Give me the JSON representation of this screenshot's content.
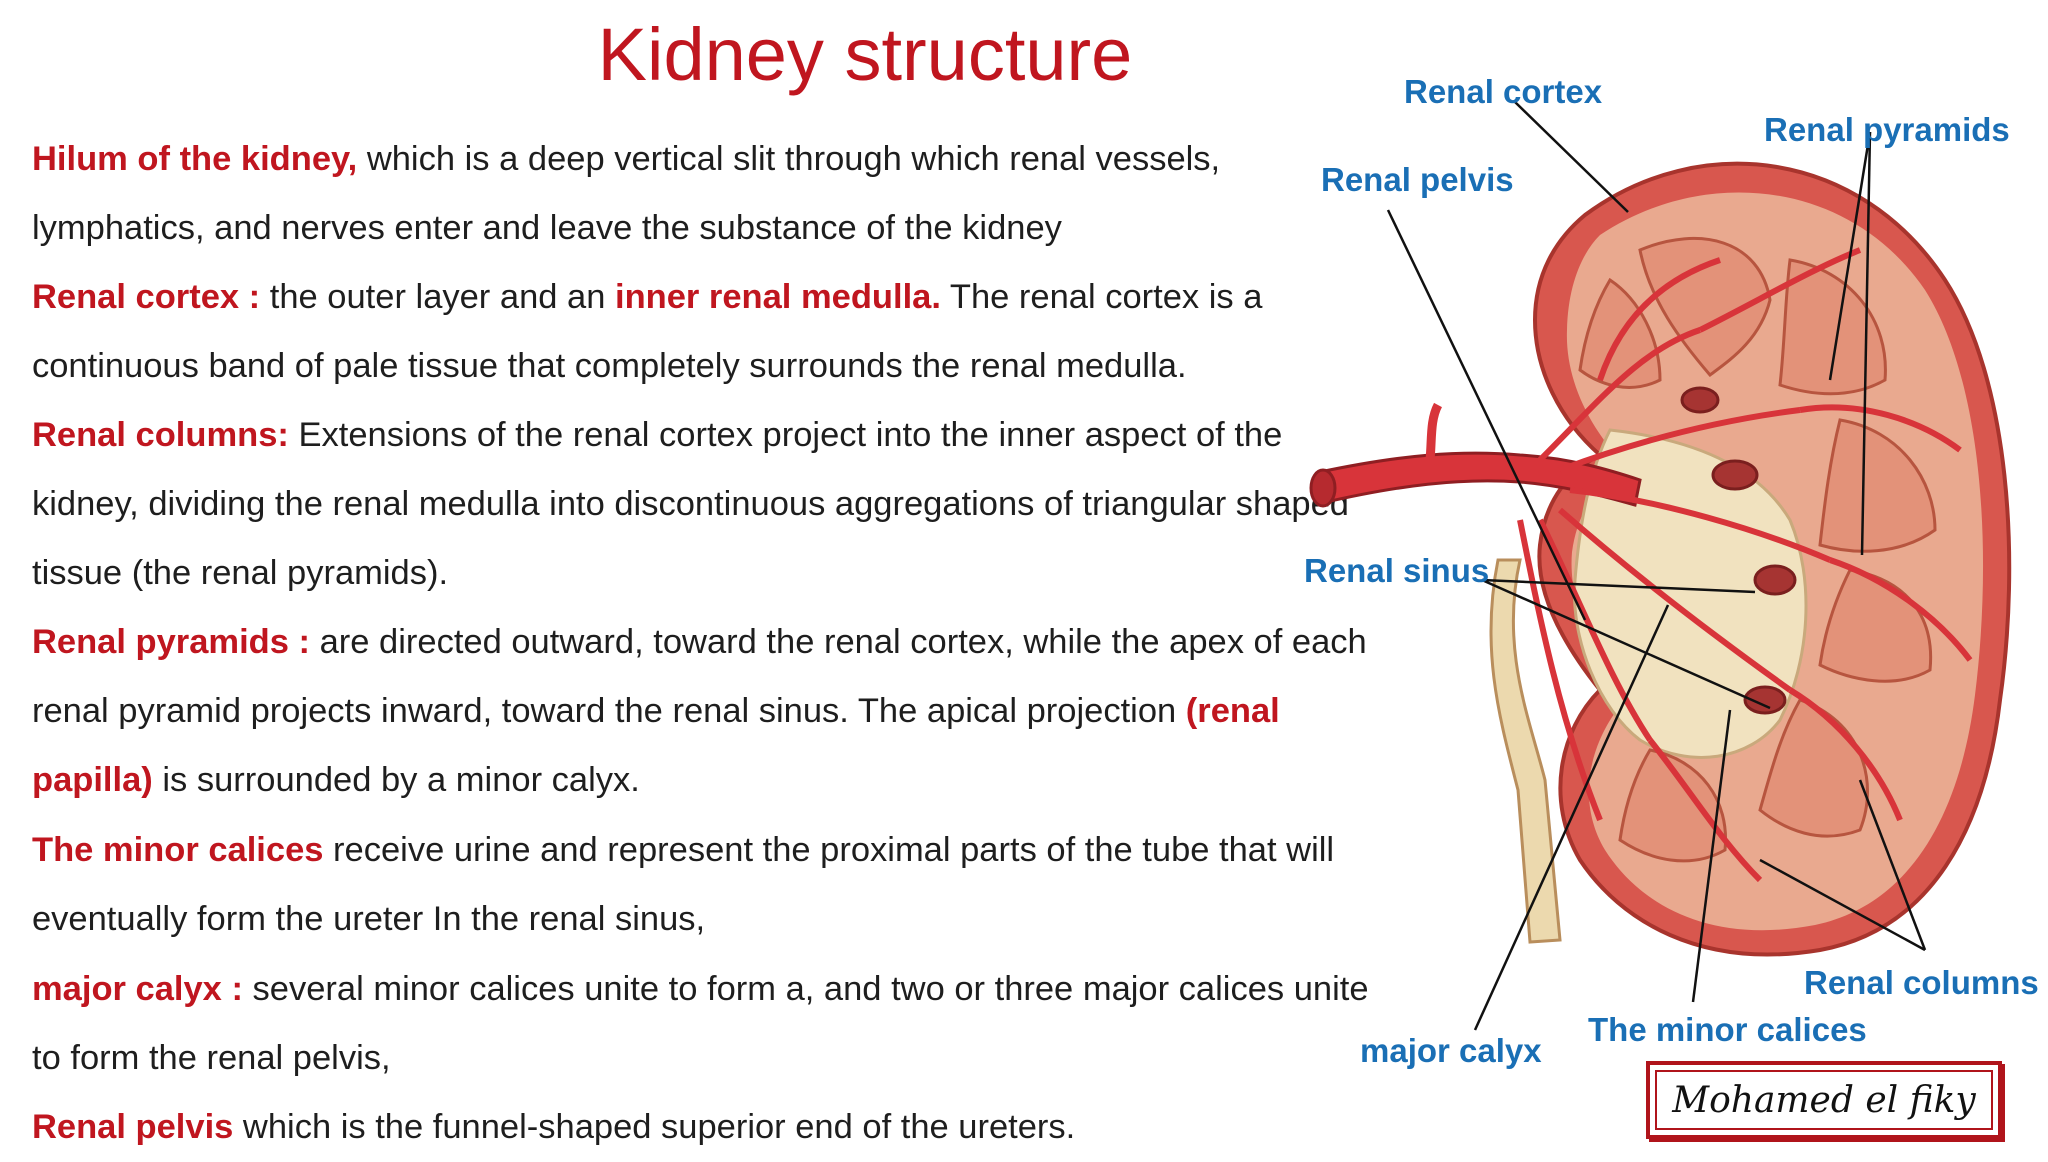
{
  "title": "Kidney structure",
  "paragraphs": [
    {
      "term": "Hilum of the kidney,",
      "text": " which is a deep vertical slit through which renal vessels, lymphatics, and nerves enter and leave the substance of the kidney"
    },
    {
      "term": "Renal cortex :",
      "text": "  the outer layer and an ",
      "term2": "inner renal medulla.",
      "text2": " The renal cortex is a continuous band of pale tissue that completely surrounds the renal medulla."
    },
    {
      "term": "Renal columns:",
      "text": "  Extensions of the renal cortex project into the inner aspect of the kidney, dividing the renal medulla into discontinuous aggregations of triangular shaped tissue (the renal pyramids)."
    },
    {
      "term": "Renal pyramids :",
      "text": " are directed outward, toward the renal cortex, while the apex of each renal pyramid projects inward, toward the renal sinus. The apical projection ",
      "term2": "(renal papilla)",
      "text2": " is surrounded by a minor calyx."
    },
    {
      "term": "The minor calices",
      "text": " receive urine and represent the proximal parts of the tube that will eventually form the ureter In the renal sinus,"
    },
    {
      "term": "major calyx :",
      "text": " several minor calices unite to form a, and two or three major calices unite to form the renal pelvis,"
    },
    {
      "term": "Renal pelvis",
      "text": " which is the funnel-shaped superior end of the ureters."
    }
  ],
  "figure": {
    "labels": {
      "renal_cortex": "Renal cortex",
      "renal_pyramids": "Renal pyramids",
      "renal_pelvis": "Renal pelvis",
      "renal_sinus": "Renal sinus",
      "renal_columns": "Renal columns",
      "minor_calices": "The minor calices",
      "major_calyx": "major calyx"
    }
  },
  "signature": "Mohamed el fiky",
  "colors": {
    "title": "#c0161f",
    "term": "#c0161f",
    "body_text": "#1e1e1e",
    "label": "#1a6fb5",
    "kidney_outer": "#d8574e",
    "vessel": "#d8343a",
    "pyramid": "#e9a185",
    "sinus": "#f1e2bf"
  }
}
